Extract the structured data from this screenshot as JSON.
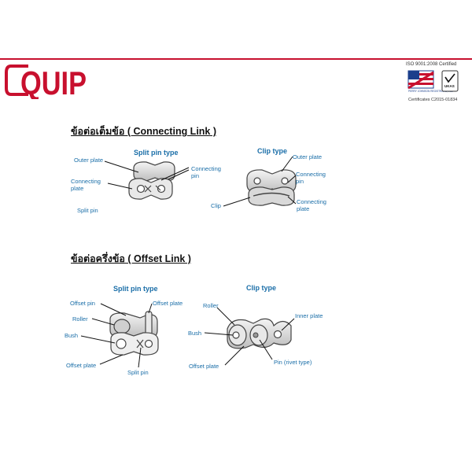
{
  "brand": {
    "logo_text": "QUIP",
    "accent_color": "#c8102e"
  },
  "certification": {
    "title": "ISO 9001:2008 Certified",
    "registrar": "PERRY JOHNSON REGISTRARS, INC.",
    "badge_text": "UKAS",
    "certificate_number": "Certificates C2015-01834"
  },
  "connecting_link": {
    "heading": "ข้อต่อเต็มข้อ ( Connecting Link )",
    "split_pin_type": {
      "title": "Split pin type",
      "labels": {
        "outer_plate": "Outer plate",
        "connecting_plate": "Connecting plate",
        "split_pin": "Split pin",
        "connecting_pin": "Connecting pin"
      }
    },
    "clip_type": {
      "title": "Clip  type",
      "labels": {
        "outer_plate": "Outer plate",
        "connecting_pin": "Connecting pin",
        "clip": "Clip",
        "connecting_plate": "Connecting plate"
      }
    }
  },
  "offset_link": {
    "heading": "ข้อต่อครึ่งข้อ ( Offset Link )",
    "split_pin_type": {
      "title": "Split pin type",
      "labels": {
        "offset_pin": "Offset pin",
        "offset_plate_top": "Offset plate",
        "roller": "Roller",
        "bush": "Bush",
        "offset_plate_bottom": "Offset plate",
        "split_pin": "Split pin"
      }
    },
    "clip_type": {
      "title": "Clip  type",
      "labels": {
        "roller": "Roller",
        "inner_plate": "Inner plate",
        "bush": "Bush",
        "offset_plate": "Offset plate",
        "pin_rivet": "Pin (rivet type)"
      }
    }
  },
  "colors": {
    "label_blue": "#1a6ea8",
    "part_fill": "#e8e8e8",
    "part_stroke": "#444444"
  }
}
